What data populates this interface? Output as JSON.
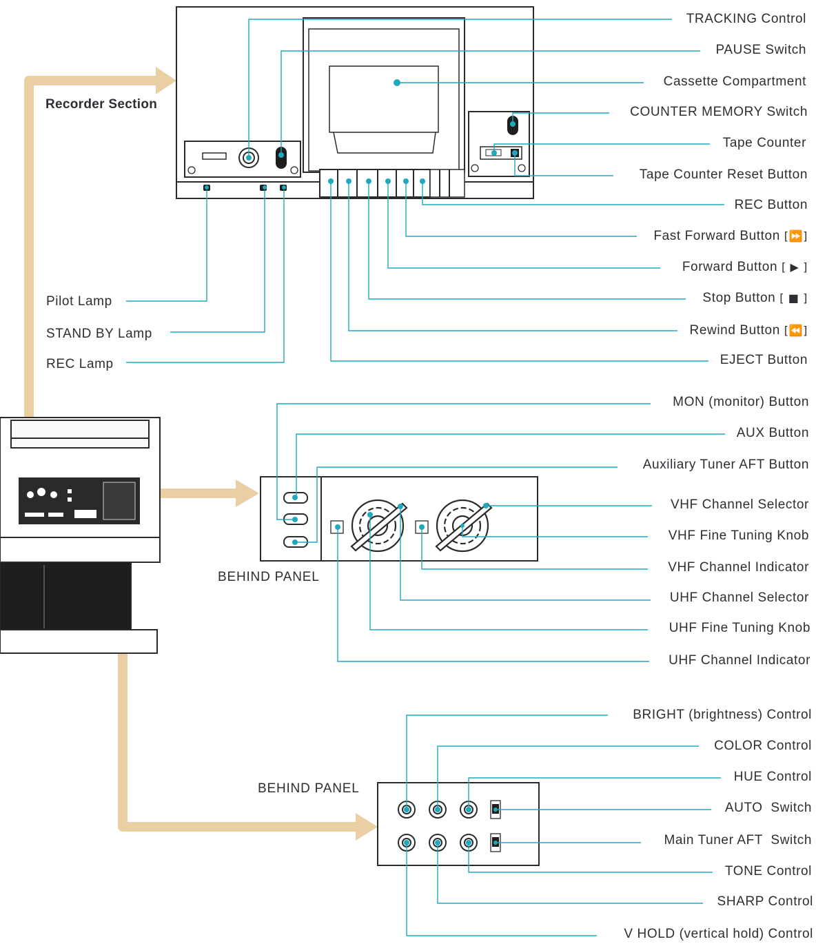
{
  "section_title": "Recorder Section",
  "panel_captions": {
    "tuner": "BEHIND PANEL",
    "picture": "BEHIND PANEL"
  },
  "recorder_labels": {
    "tracking": "TRACKING Control",
    "pause": "PAUSE Switch",
    "cassette": "Cassette Compartment",
    "counter_memory": "COUNTER MEMORY Switch",
    "tape_counter": "Tape Counter",
    "counter_reset": "Tape Counter Reset Button",
    "rec_button": "REC Button",
    "fast_forward": "Fast Forward Button",
    "fast_forward_symbol": "[⏩]",
    "forward": "Forward Button",
    "forward_symbol": "[ ▶ ]",
    "stop": "Stop Button",
    "stop_symbol": "[ ■ ]",
    "rewind": "Rewind Button",
    "rewind_symbol": "[⏪]",
    "eject": "EJECT Button",
    "pilot_lamp": "Pilot Lamp",
    "standby_lamp": "STAND BY Lamp",
    "rec_lamp": "REC Lamp"
  },
  "tuner_labels": {
    "mon": "MON (monitor) Button",
    "aux": "AUX Button",
    "aux_aft": "Auxiliary Tuner AFT Button",
    "vhf_selector": "VHF Channel Selector",
    "vhf_fine": "VHF Fine Tuning Knob",
    "vhf_indicator": "VHF Channel Indicator",
    "uhf_selector": "UHF Channel Selector",
    "uhf_fine": "UHF Fine Tuning Knob",
    "uhf_indicator": "UHF Channel Indicator"
  },
  "picture_labels": {
    "bright": "BRIGHT (brightness) Control",
    "color": "COLOR Control",
    "hue": "HUE Control",
    "auto": "AUTO  Switch",
    "main_aft": "Main Tuner AFT  Switch",
    "tone": "TONE Control",
    "sharp": "SHARP Control",
    "vhold": "V HOLD (vertical hold) Control"
  },
  "colors": {
    "leader": "#1fa9bd",
    "arrow": "#e9cfa3",
    "outline": "#2a2a2a",
    "text": "#2b2f33"
  }
}
